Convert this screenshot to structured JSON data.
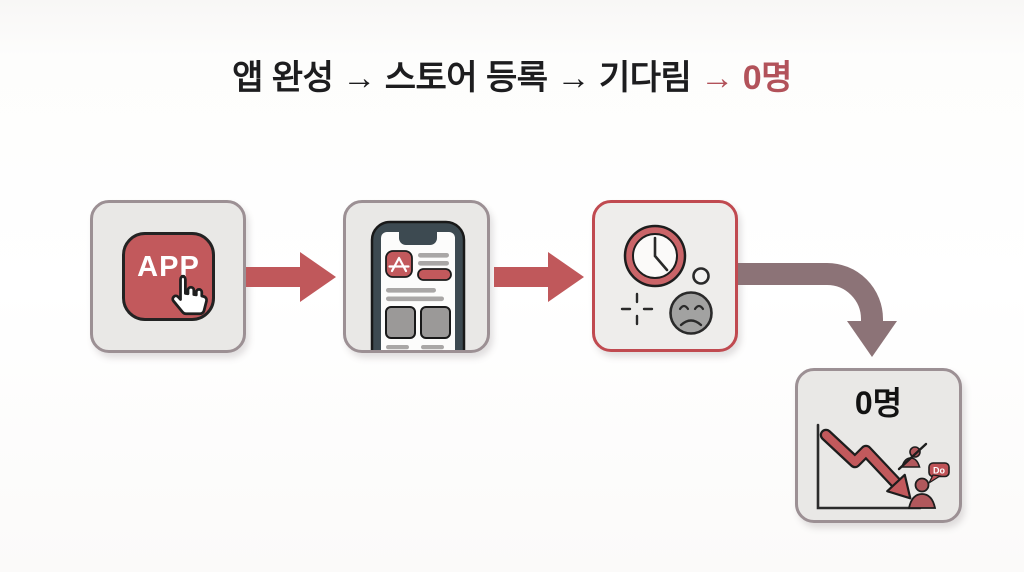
{
  "title": {
    "main": "앱 완성 → 스토어 등록 → 기다림 ",
    "accent": "→ 0명"
  },
  "steps": {
    "app": {
      "label": "APP"
    },
    "store": {
      "icon": "phone-app-store-listing-icon"
    },
    "waiting": {
      "icon": "clock-and-sad-face-icon"
    },
    "result": {
      "label": "0명",
      "chat_bubble": "Do"
    }
  },
  "icons": {
    "hand-cursor-icon": "pointer-hand",
    "app-store-icon": "app-store-A-glyph",
    "phone-icon": "smartphone-with-store-listing",
    "clock-icon": "analog-clock",
    "sparkle-icon": "crosshair-sparkle",
    "sad-face-icon": "frowning-face",
    "arrow-right-icon": "solid-block-arrow-right",
    "curved-arrow-icon": "rounded-elbow-arrow-down",
    "declining-chart-icon": "downward-zigzag-arrow-on-axes",
    "no-user-icon": "crossed-out-person",
    "user-comment-icon": "person-with-speech-bubble"
  },
  "colors": {
    "accent_red_text": "#b2525a",
    "icon_red": "#c2595c",
    "red_border": "#c04a50",
    "box_fill": "#e9e8e6",
    "box_border": "#9c9094",
    "muted_elbow_arrow": "#8c7377",
    "phone_frame": "#3d4a51",
    "gray_line": "#a9a7a6",
    "title_text": "#1d1d1f"
  }
}
